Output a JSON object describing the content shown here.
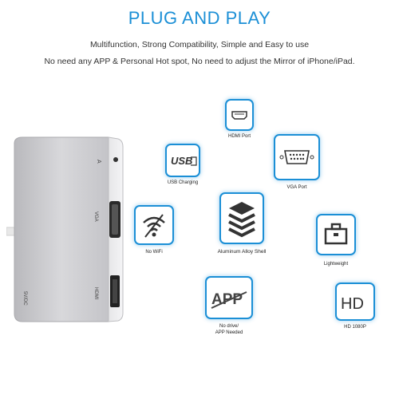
{
  "header": {
    "title": "PLUG AND PLAY",
    "subtitle_1": "Multifunction, Strong Compatibility, Simple and Easy to use",
    "subtitle_2": "No need any APP & Personal Hot spot, No need to adjust the Mirror of iPhone/iPad."
  },
  "features": {
    "hdmi": {
      "label": "HDMI Port",
      "icon": "hdmi-port-icon"
    },
    "usb": {
      "label": "USB Charging",
      "icon": "usb-icon",
      "icon_text": "USB"
    },
    "vga": {
      "label": "VGA Port",
      "icon": "vga-port-icon"
    },
    "wifi": {
      "label": "No WiFi",
      "icon": "wifi-off-icon"
    },
    "shell": {
      "label": "Aluminum Alloy Shell",
      "icon": "layers-icon"
    },
    "light": {
      "label": "Lightweight",
      "icon": "weight-icon"
    },
    "app": {
      "label_1": "No drive/",
      "label_2": "APP Needed",
      "icon": "no-app-icon",
      "icon_text": "APP"
    },
    "hd": {
      "label": "HD 1080P",
      "icon": "hd-icon",
      "icon_text": "HD"
    }
  },
  "device": {
    "port_labels": [
      "A",
      "VGA",
      "HDMI",
      "5V/DC"
    ],
    "colors": {
      "body": "#c9c9cc",
      "accent": "#1b8fd6"
    }
  }
}
